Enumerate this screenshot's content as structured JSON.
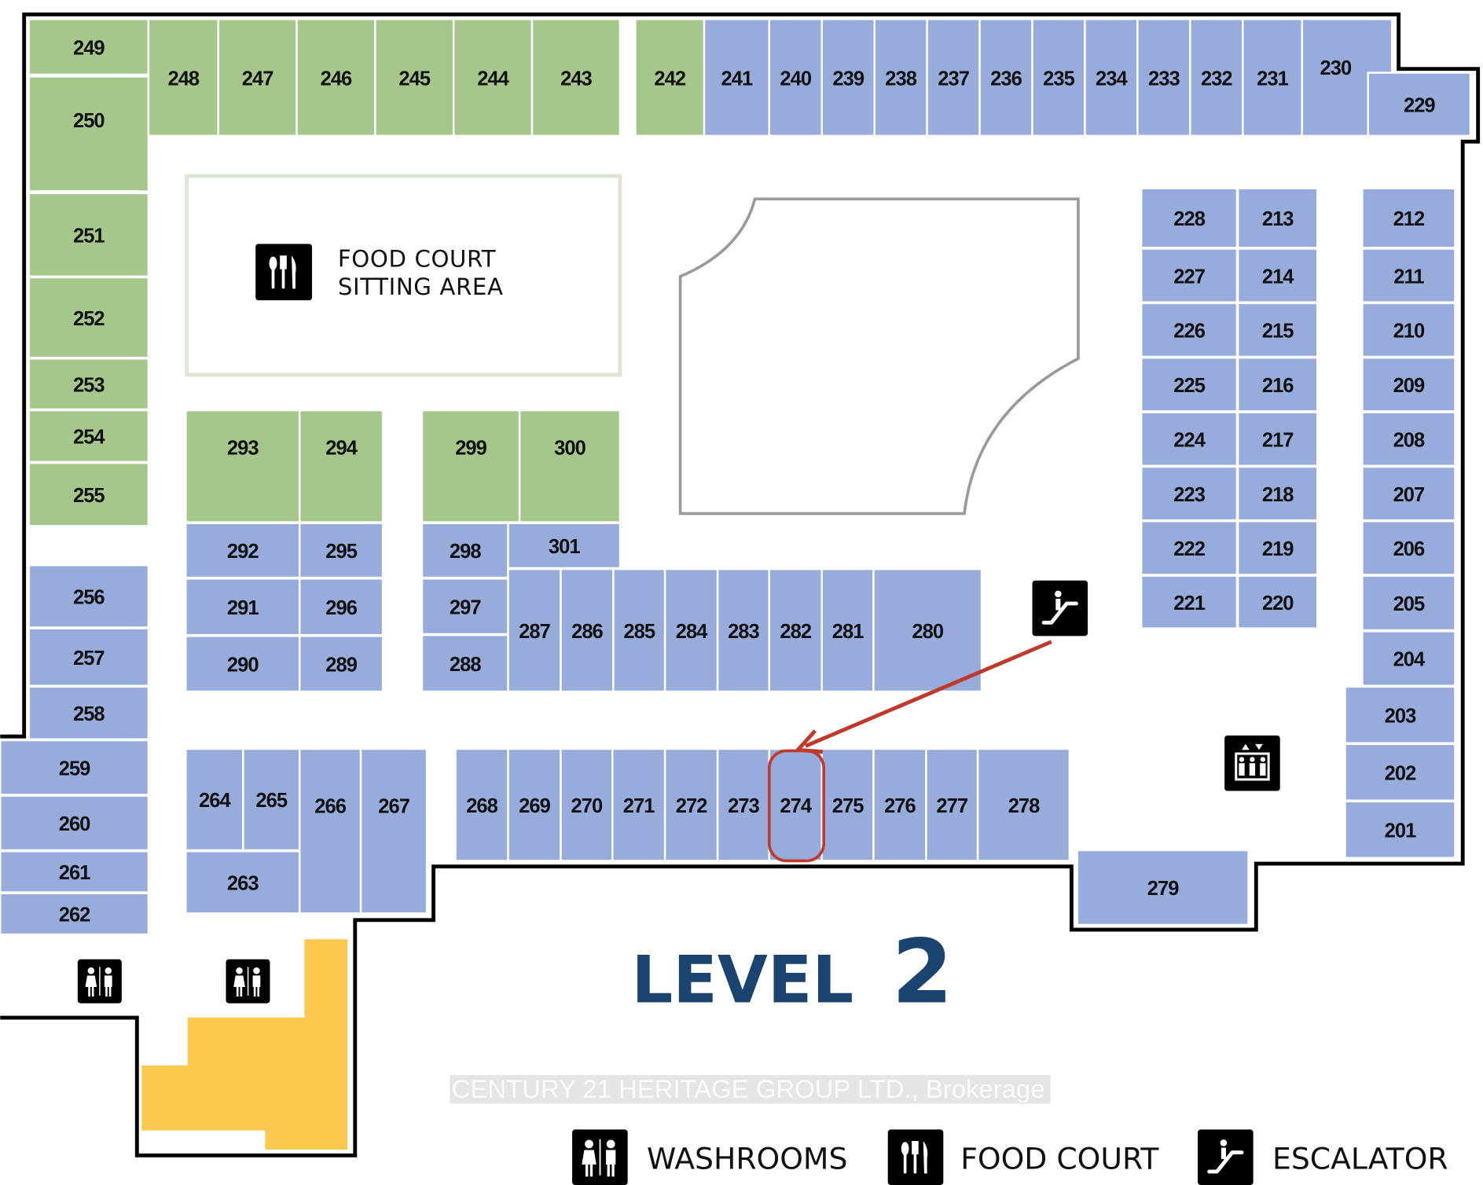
{
  "colors": {
    "green_unit": "#a6c78c",
    "blue_unit": "#97acdb",
    "anchor_yellow": "#fcc84d",
    "wall": "#000000",
    "atrium_outline": "#9a9a9a",
    "sitting_area_outline": "#dfe7d4",
    "highlight": "#c0392b",
    "level_text": "#1b436f"
  },
  "title": {
    "level_word": "LEVEL",
    "level_number": "2"
  },
  "food_court_area": {
    "line1": "FOOD COURT",
    "line2": "SITTING AREA",
    "icon": "food-court-icon"
  },
  "highlighted_unit": "274",
  "units": [
    {
      "id": "249",
      "zone": "green"
    },
    {
      "id": "250",
      "zone": "green"
    },
    {
      "id": "248",
      "zone": "green"
    },
    {
      "id": "247",
      "zone": "green"
    },
    {
      "id": "246",
      "zone": "green"
    },
    {
      "id": "245",
      "zone": "green"
    },
    {
      "id": "244",
      "zone": "green"
    },
    {
      "id": "243",
      "zone": "green"
    },
    {
      "id": "242",
      "zone": "green"
    },
    {
      "id": "241",
      "zone": "blue"
    },
    {
      "id": "240",
      "zone": "blue"
    },
    {
      "id": "239",
      "zone": "blue"
    },
    {
      "id": "238",
      "zone": "blue"
    },
    {
      "id": "237",
      "zone": "blue"
    },
    {
      "id": "236",
      "zone": "blue"
    },
    {
      "id": "235",
      "zone": "blue"
    },
    {
      "id": "234",
      "zone": "blue"
    },
    {
      "id": "233",
      "zone": "blue"
    },
    {
      "id": "232",
      "zone": "blue"
    },
    {
      "id": "231",
      "zone": "blue"
    },
    {
      "id": "230",
      "zone": "blue"
    },
    {
      "id": "229",
      "zone": "blue"
    },
    {
      "id": "251",
      "zone": "green"
    },
    {
      "id": "252",
      "zone": "green"
    },
    {
      "id": "253",
      "zone": "green"
    },
    {
      "id": "254",
      "zone": "green"
    },
    {
      "id": "255",
      "zone": "green"
    },
    {
      "id": "256",
      "zone": "blue"
    },
    {
      "id": "257",
      "zone": "blue"
    },
    {
      "id": "258",
      "zone": "blue"
    },
    {
      "id": "259",
      "zone": "blue"
    },
    {
      "id": "260",
      "zone": "blue"
    },
    {
      "id": "261",
      "zone": "blue"
    },
    {
      "id": "262",
      "zone": "blue"
    },
    {
      "id": "228",
      "zone": "blue"
    },
    {
      "id": "213",
      "zone": "blue"
    },
    {
      "id": "227",
      "zone": "blue"
    },
    {
      "id": "214",
      "zone": "blue"
    },
    {
      "id": "226",
      "zone": "blue"
    },
    {
      "id": "215",
      "zone": "blue"
    },
    {
      "id": "225",
      "zone": "blue"
    },
    {
      "id": "216",
      "zone": "blue"
    },
    {
      "id": "224",
      "zone": "blue"
    },
    {
      "id": "217",
      "zone": "blue"
    },
    {
      "id": "223",
      "zone": "blue"
    },
    {
      "id": "218",
      "zone": "blue"
    },
    {
      "id": "222",
      "zone": "blue"
    },
    {
      "id": "219",
      "zone": "blue"
    },
    {
      "id": "221",
      "zone": "blue"
    },
    {
      "id": "220",
      "zone": "blue"
    },
    {
      "id": "212",
      "zone": "blue"
    },
    {
      "id": "211",
      "zone": "blue"
    },
    {
      "id": "210",
      "zone": "blue"
    },
    {
      "id": "209",
      "zone": "blue"
    },
    {
      "id": "208",
      "zone": "blue"
    },
    {
      "id": "207",
      "zone": "blue"
    },
    {
      "id": "206",
      "zone": "blue"
    },
    {
      "id": "205",
      "zone": "blue"
    },
    {
      "id": "204",
      "zone": "blue"
    },
    {
      "id": "203",
      "zone": "blue"
    },
    {
      "id": "202",
      "zone": "blue"
    },
    {
      "id": "201",
      "zone": "blue"
    },
    {
      "id": "293",
      "zone": "green"
    },
    {
      "id": "294",
      "zone": "green"
    },
    {
      "id": "292",
      "zone": "blue"
    },
    {
      "id": "295",
      "zone": "blue"
    },
    {
      "id": "291",
      "zone": "blue"
    },
    {
      "id": "296",
      "zone": "blue"
    },
    {
      "id": "290",
      "zone": "blue"
    },
    {
      "id": "289",
      "zone": "blue"
    },
    {
      "id": "299",
      "zone": "green"
    },
    {
      "id": "300",
      "zone": "green"
    },
    {
      "id": "298",
      "zone": "blue"
    },
    {
      "id": "301",
      "zone": "blue"
    },
    {
      "id": "297",
      "zone": "blue"
    },
    {
      "id": "288",
      "zone": "blue"
    },
    {
      "id": "287",
      "zone": "blue"
    },
    {
      "id": "286",
      "zone": "blue"
    },
    {
      "id": "285",
      "zone": "blue"
    },
    {
      "id": "284",
      "zone": "blue"
    },
    {
      "id": "283",
      "zone": "blue"
    },
    {
      "id": "282",
      "zone": "blue"
    },
    {
      "id": "281",
      "zone": "blue"
    },
    {
      "id": "280",
      "zone": "blue"
    },
    {
      "id": "264",
      "zone": "blue"
    },
    {
      "id": "265",
      "zone": "blue"
    },
    {
      "id": "263",
      "zone": "blue"
    },
    {
      "id": "266",
      "zone": "blue"
    },
    {
      "id": "267",
      "zone": "blue"
    },
    {
      "id": "268",
      "zone": "blue"
    },
    {
      "id": "269",
      "zone": "blue"
    },
    {
      "id": "270",
      "zone": "blue"
    },
    {
      "id": "271",
      "zone": "blue"
    },
    {
      "id": "272",
      "zone": "blue"
    },
    {
      "id": "273",
      "zone": "blue"
    },
    {
      "id": "274",
      "zone": "blue"
    },
    {
      "id": "275",
      "zone": "blue"
    },
    {
      "id": "276",
      "zone": "blue"
    },
    {
      "id": "277",
      "zone": "blue"
    },
    {
      "id": "278",
      "zone": "blue"
    },
    {
      "id": "279",
      "zone": "blue"
    }
  ],
  "map_icons": [
    {
      "type": "washroom",
      "name": "washroom-icon"
    },
    {
      "type": "washroom",
      "name": "washroom-icon"
    },
    {
      "type": "escalator",
      "name": "escalator-icon"
    },
    {
      "type": "elevator",
      "name": "elevator-icon"
    }
  ],
  "legend": [
    {
      "icon": "washroom",
      "label": "WASHROOMS"
    },
    {
      "icon": "food",
      "label": "FOOD COURT"
    },
    {
      "icon": "escalator",
      "label": "ESCALATOR"
    }
  ],
  "watermark": "CENTURY 21 HERITAGE GROUP LTD., Brokerage"
}
